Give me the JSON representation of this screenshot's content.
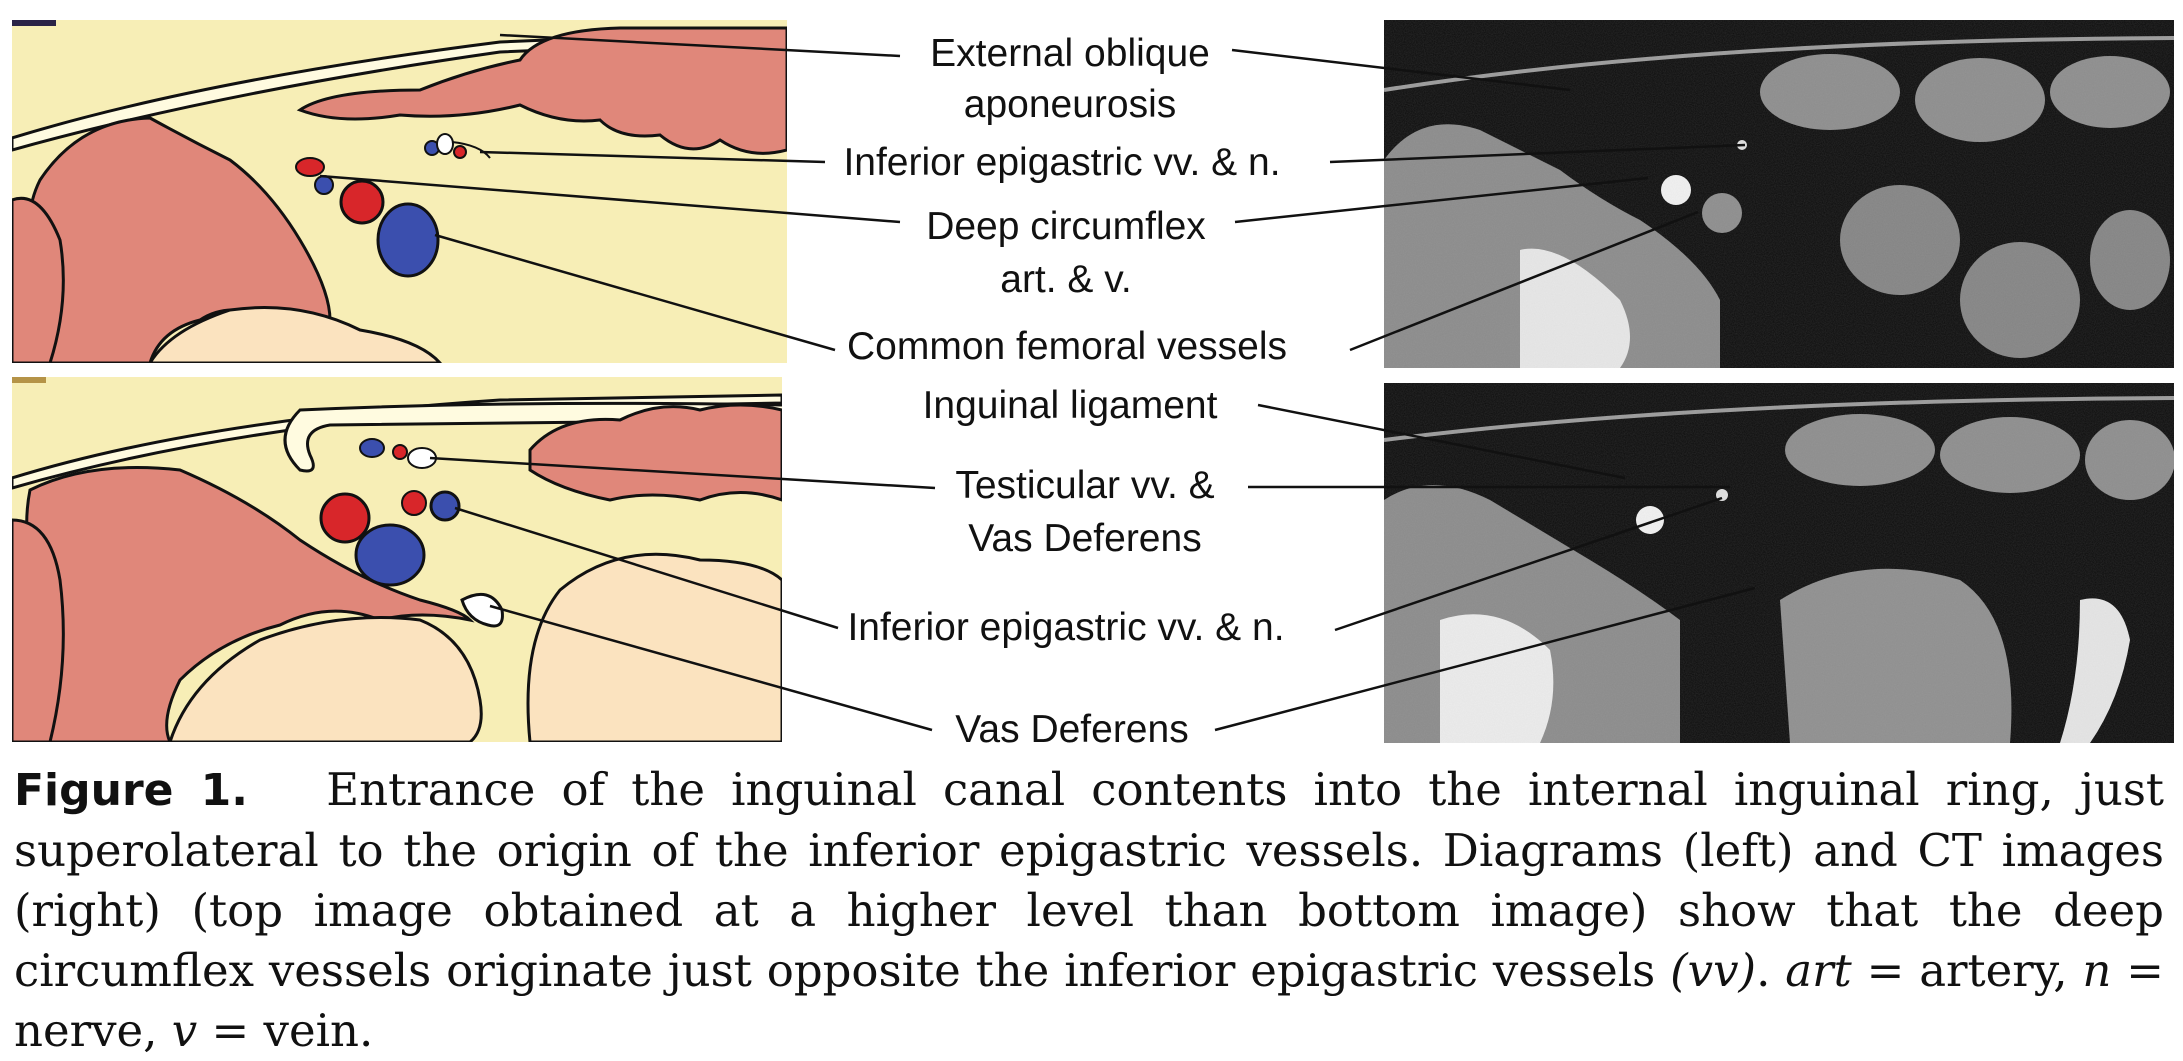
{
  "labels": {
    "external_oblique_1": "External oblique",
    "external_oblique_2": "aponeurosis",
    "inf_epigastric_top": "Inferior epigastric vv. & n.",
    "deep_circumflex_1": "Deep circumflex",
    "deep_circumflex_2": "art. & v.",
    "common_femoral": "Common femoral vessels",
    "inguinal_ligament": "Inguinal ligament",
    "testicular_1": "Testicular vv. &",
    "testicular_2": "Vas Deferens",
    "inf_epigastric_bottom": "Inferior epigastric vv. & n.",
    "vas_deferens": "Vas Deferens"
  },
  "caption": {
    "label": "Figure 1.",
    "text_main": "Entrance of the inguinal canal contents into the internal inguinal ring, just superolateral to the origin of the inferior epigastric vessels. Diagrams (left) and CT images (right) (top image obtained at a higher level than bottom image) show that the deep circumflex vessels originate just opposite the inferior epigastric vessels ",
    "abbr_vv": "(vv)",
    "sep1": ". ",
    "abbr_art": "art",
    "def_art": " = artery, ",
    "abbr_n": "n",
    "def_n": " = nerve, ",
    "abbr_v": "v",
    "def_v": " = vein."
  },
  "colors": {
    "diagram_bg": "#f7eeb6",
    "muscle": "#e0877a",
    "bone": "#fbe3bf",
    "artery": "#d8262a",
    "vein": "#3b4fae",
    "ct_bg": "#0b0b0b",
    "ct_tissue": "#8a8a8a"
  }
}
